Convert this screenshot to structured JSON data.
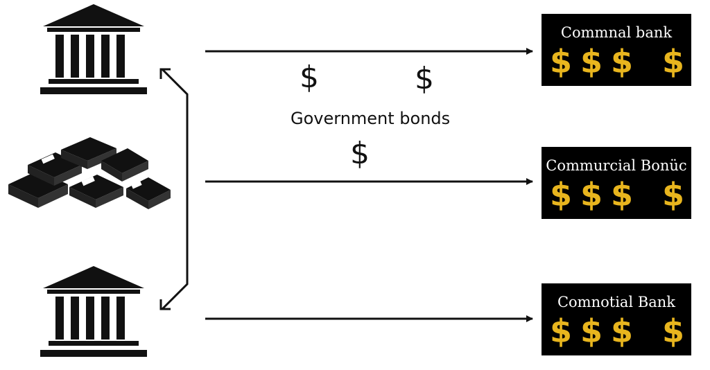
{
  "diagram": {
    "bonds_label": "Government bonds",
    "currency_symbol": "$",
    "banks": [
      {
        "name": "Commnal bank",
        "coin_symbols": [
          "$",
          "$",
          "$",
          "$"
        ]
      },
      {
        "name": "Commurcial Bonüc",
        "coin_symbols": [
          "$",
          "$",
          "$",
          "$"
        ]
      },
      {
        "name": "Comnotial Bank",
        "coin_symbols": [
          "$",
          "$",
          "$",
          "$"
        ]
      }
    ],
    "icons": [
      "central-bank-icon",
      "cash-stack-icon",
      "central-bank-icon"
    ]
  },
  "colors": {
    "ink": "#111111",
    "bank_box": "#000000",
    "bank_text": "#ffffff",
    "coin": "#e8b51e",
    "background": "#ffffff"
  }
}
